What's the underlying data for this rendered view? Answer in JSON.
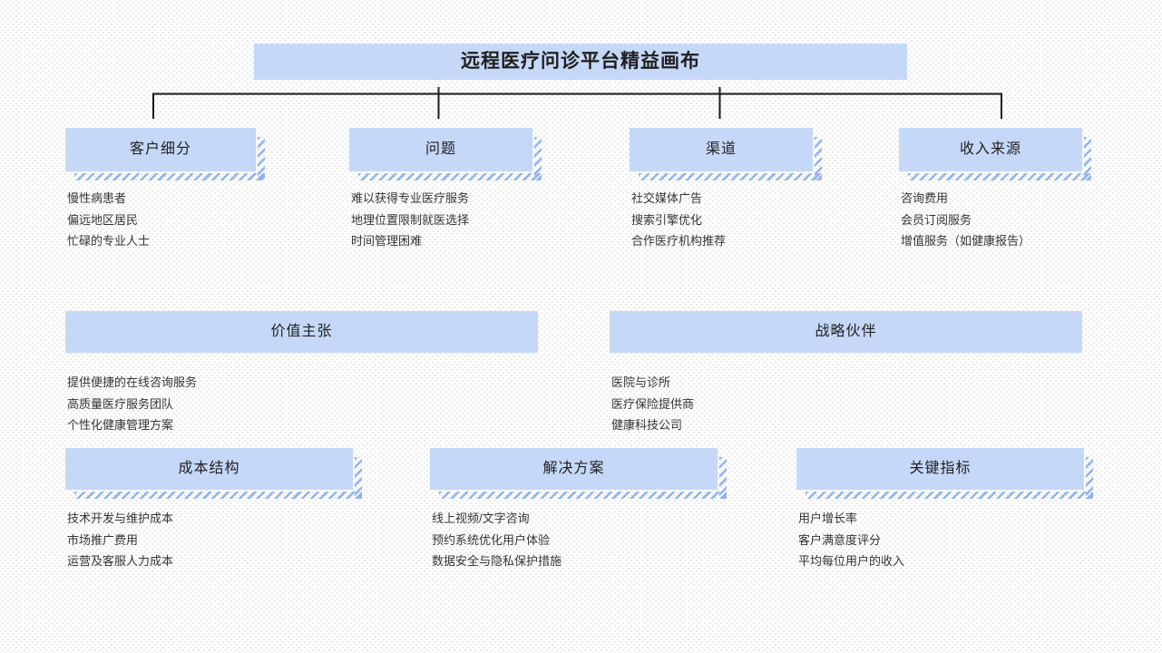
{
  "title": "远程医疗问诊平台精益画布",
  "colors": {
    "box_fill": "#c5d8f8",
    "hatch": "#8fb3f0",
    "line": "#1a1a1a",
    "text_dark": "#1f1f1f",
    "text_body": "#333333"
  },
  "sections": [
    {
      "id": "customer-segments",
      "label": "客户细分",
      "items": [
        "慢性病患者",
        "偏远地区居民",
        "忙碌的专业人士"
      ]
    },
    {
      "id": "problems",
      "label": "问题",
      "items": [
        "难以获得专业医疗服务",
        "地理位置限制就医选择",
        "时间管理困难"
      ]
    },
    {
      "id": "channels",
      "label": "渠道",
      "items": [
        "社交媒体广告",
        "搜索引擎优化",
        "合作医疗机构推荐"
      ]
    },
    {
      "id": "revenue-sources",
      "label": "收入来源",
      "items": [
        "咨询费用",
        "会员订阅服务",
        "增值服务（如健康报告）"
      ]
    },
    {
      "id": "value-proposition",
      "label": "价值主张",
      "items": [
        "提供便捷的在线咨询服务",
        "高质量医疗服务团队",
        "个性化健康管理方案"
      ]
    },
    {
      "id": "strategic-partners",
      "label": "战略伙伴",
      "items": [
        "医院与诊所",
        "医疗保险提供商",
        "健康科技公司"
      ]
    },
    {
      "id": "cost-structure",
      "label": "成本结构",
      "items": [
        "技术开发与维护成本",
        "市场推广费用",
        "运营及客服人力成本"
      ]
    },
    {
      "id": "solutions",
      "label": "解决方案",
      "items": [
        "线上视频/文字咨询",
        "预约系统优化用户体验",
        "数据安全与隐私保护措施"
      ]
    },
    {
      "id": "key-metrics",
      "label": "关键指标",
      "items": [
        "用户增长率",
        "客户满意度评分",
        "平均每位用户的收入"
      ]
    }
  ]
}
